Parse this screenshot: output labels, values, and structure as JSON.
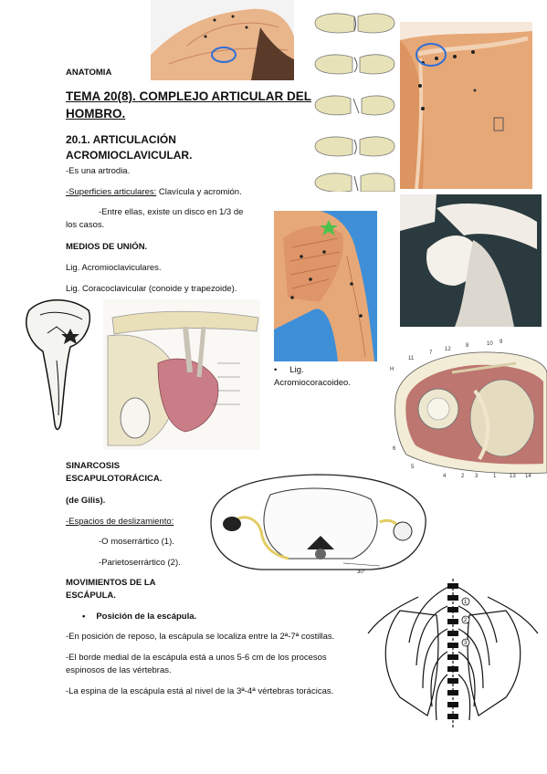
{
  "header": {
    "subject": "ANATOMIA"
  },
  "title": {
    "line1": "TEMA  20(8). COMPLEJO ARTICULAR DEL",
    "line2": "HOMBRO."
  },
  "section1": {
    "heading_line1": "20.1. ARTICULACIÓN",
    "heading_line2": "ACROMIOCLAVICULAR.",
    "type": "-Es una artrodia.",
    "surfaces_label": "-Superficies articulares:",
    "surfaces_value": " Clavícula y acromión.",
    "disc_line1": "-Entre ellas, existe un disco en 1/3 de",
    "disc_line2": "los casos.",
    "union_heading": "MEDIOS DE UNIÓN.",
    "lig1": "Lig. Acromioclaviculares.",
    "lig2": "Lig. Coracoclavicular (conoide y trapezoide).",
    "lig3_line1": "Lig.",
    "lig3_line2": "Acromiocoracoideo.",
    "bullet": "•"
  },
  "section2": {
    "heading_line1": "SINARCOSIS",
    "heading_line2": "ESCAPULOTORÁCICA.",
    "author": "(de Gilis).",
    "spaces_label": "-Espacios de deslizamiento:",
    "space1": "-O moserrártico (1).",
    "space2": "-Parietoserrártico (2)."
  },
  "section3": {
    "heading_line1": "MOVIMIENTOS DE LA",
    "heading_line2": "ESCÁPULA.",
    "bullet": "•",
    "position_heading": "Posición de la escápula.",
    "p1": "-En posición de reposo, la escápula se localiza entre la 2ª-7ª costillas.",
    "p2_line1": "-El borde medial de la escápula está a unos 5-6 cm de los procesos",
    "p2_line2": "espinosos de las vértebras.",
    "p3": "-La espina de la escápula está al nivel de la 3ª-4ª vértebras torácicas."
  },
  "figure_labels": {
    "cross_section_numbers": [
      "11",
      "7",
      "12",
      "8",
      "10",
      "9",
      "6",
      "5",
      "4",
      "2",
      "3",
      "1",
      "13",
      "14",
      "H"
    ],
    "thorax_label": "30°",
    "spine_numbers": [
      "1",
      "2",
      "3"
    ]
  },
  "colors": {
    "bone": "#e8e2b8",
    "muscle": "#b3615e",
    "skin": "#e7a877",
    "blue_bg": "#3e8fd8",
    "circle": "#2f6fd8"
  }
}
